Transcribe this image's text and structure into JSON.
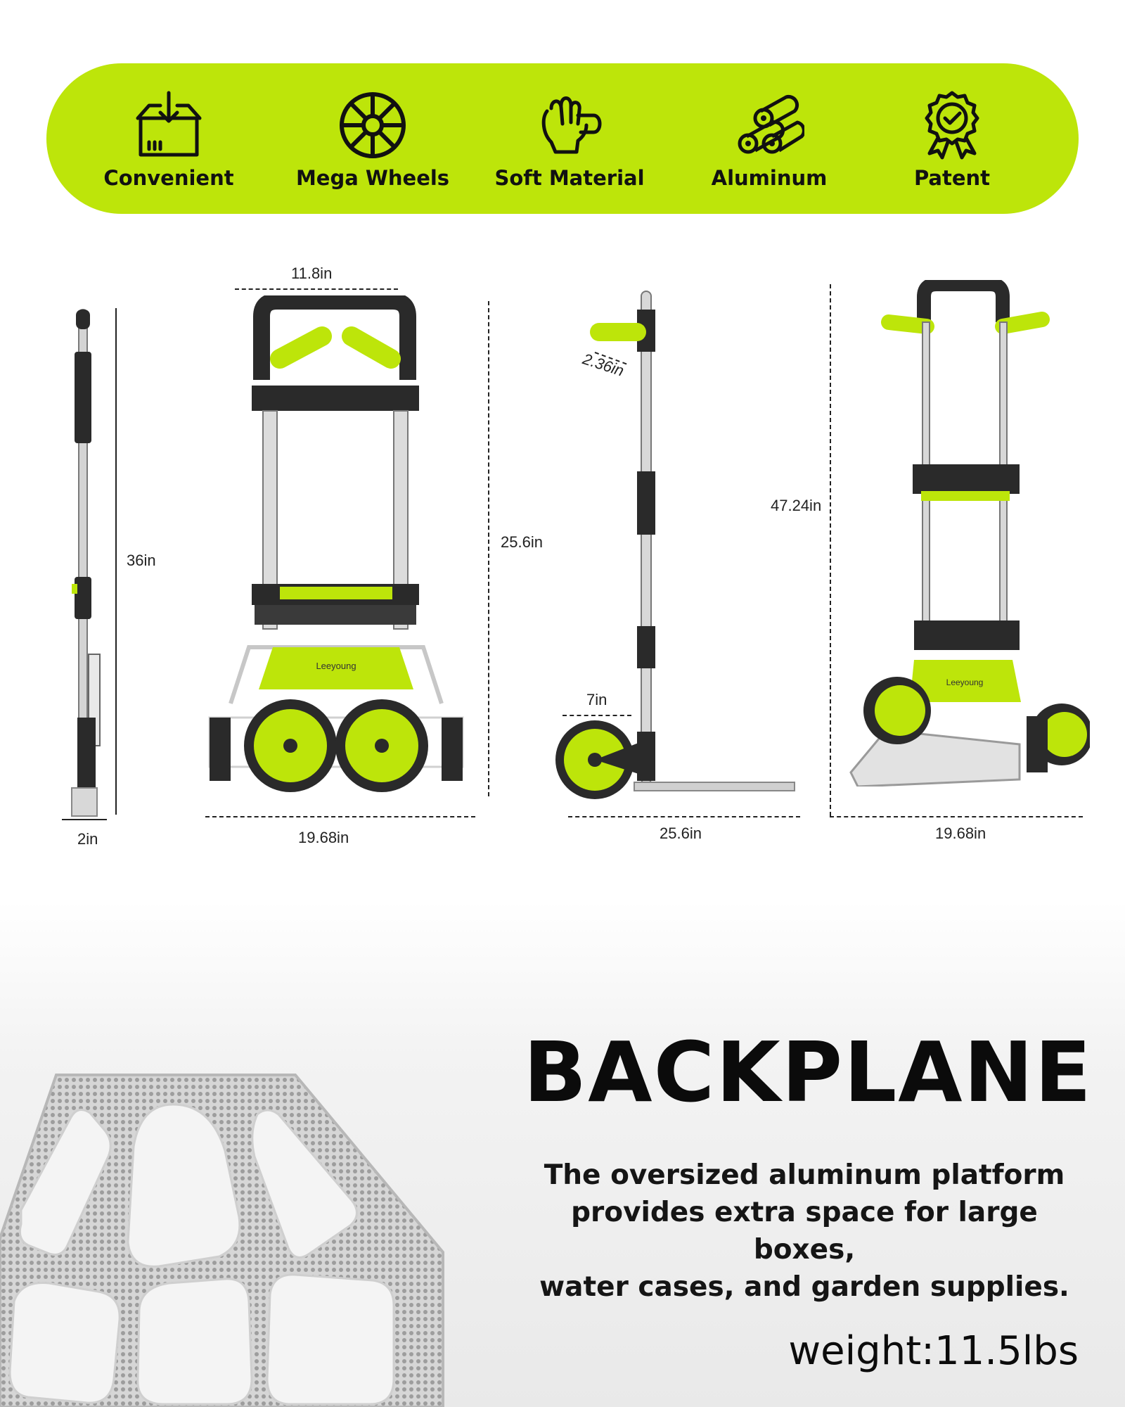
{
  "features": [
    {
      "label": "Convenient",
      "icon": "box-download-icon"
    },
    {
      "label": "Mega Wheels",
      "icon": "wheel-icon"
    },
    {
      "label": "Soft Material",
      "icon": "hand-grip-icon"
    },
    {
      "label": "Aluminum",
      "icon": "aluminum-bars-icon"
    },
    {
      "label": "Patent",
      "icon": "certified-badge-icon"
    }
  ],
  "dimensions": {
    "folded_side_height": "36in",
    "folded_side_depth": "2in",
    "folded_front_handle_width": "11.8in",
    "folded_front_height": "25.6in",
    "folded_front_width": "19.68in",
    "side_grip_diameter": "2.36in",
    "side_wheel_size": "7in",
    "side_base_length": "25.6in",
    "open_height": "47.24in",
    "open_width": "19.68in"
  },
  "backplane": {
    "title": "BACKPLANE",
    "description_lines": [
      "The oversized aluminum platform",
      "provides extra space for large boxes,",
      "water cases, and garden supplies."
    ],
    "weight": "weight:11.5lbs"
  },
  "colors": {
    "accent": "#bde50a",
    "dark": "#222222",
    "metal": "#c8c8c8"
  }
}
